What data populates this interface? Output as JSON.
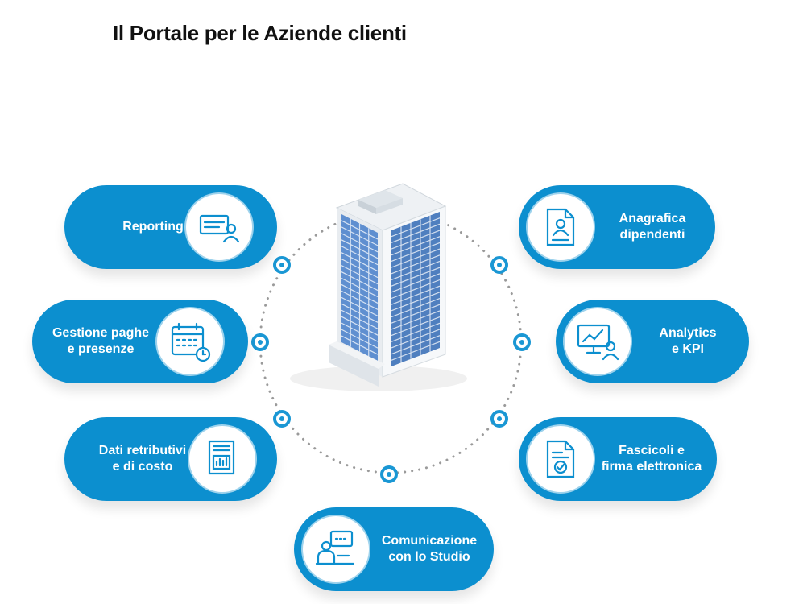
{
  "title": "Il Portale per le Aziende clienti",
  "colors": {
    "accent": "#0c8fcf",
    "node_stroke": "#1a97d4",
    "dotted_ring": "#9a9a9a"
  },
  "center": {
    "image": "office-building"
  },
  "items": [
    {
      "id": "reporting",
      "label": "Reporting",
      "icon": "report-user-icon"
    },
    {
      "id": "gestione",
      "label": "Gestione paghe\ne presenze",
      "icon": "calendar-clock-icon"
    },
    {
      "id": "dati",
      "label": "Dati retributivi\ne di costo",
      "icon": "bar-chart-document-icon"
    },
    {
      "id": "comunicazione",
      "label": "Comunicazione\ncon lo Studio",
      "icon": "chat-person-icon"
    },
    {
      "id": "anagrafica",
      "label": "Anagrafica\ndipendenti",
      "icon": "profile-document-icon"
    },
    {
      "id": "analytics",
      "label": "Analytics\ne KPI",
      "icon": "analytics-presenter-icon"
    },
    {
      "id": "fascicoli",
      "label": "Fascicoli e\nfirma elettronica",
      "icon": "signed-document-icon"
    }
  ]
}
